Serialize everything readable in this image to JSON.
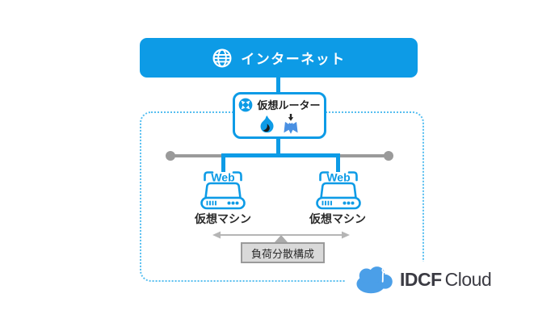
{
  "palette": {
    "primary_blue": "#0d9be6",
    "dotted_border_blue": "#56bef0",
    "bus_line_gray": "#9a9a9a",
    "arrow_gray": "#b5b5b5",
    "caption_box_bg": "#d9d9d9",
    "caption_box_border": "#9a9a9a",
    "text_dark": "#2b2b2b",
    "logo_cloud_blue": "#4b9fe8",
    "logo_text_color": "#3b3b43"
  },
  "internet_banner": {
    "label": "インターネット",
    "icon": "globe-icon"
  },
  "virtual_router": {
    "label": "仮想ルーター",
    "icons": [
      "virtual-router-icon",
      "firewall-flame-icon",
      "load-balancer-arrows-icon"
    ]
  },
  "virtual_machines": [
    {
      "service_label": "Web",
      "label": "仮想マシン"
    },
    {
      "service_label": "Web",
      "label": "仮想マシン"
    }
  ],
  "load_balance": {
    "caption": "負荷分散構成"
  },
  "logo": {
    "brand_bold": "IDCF",
    "brand_regular": "Cloud",
    "icon": "idcf-cloud-icon"
  }
}
